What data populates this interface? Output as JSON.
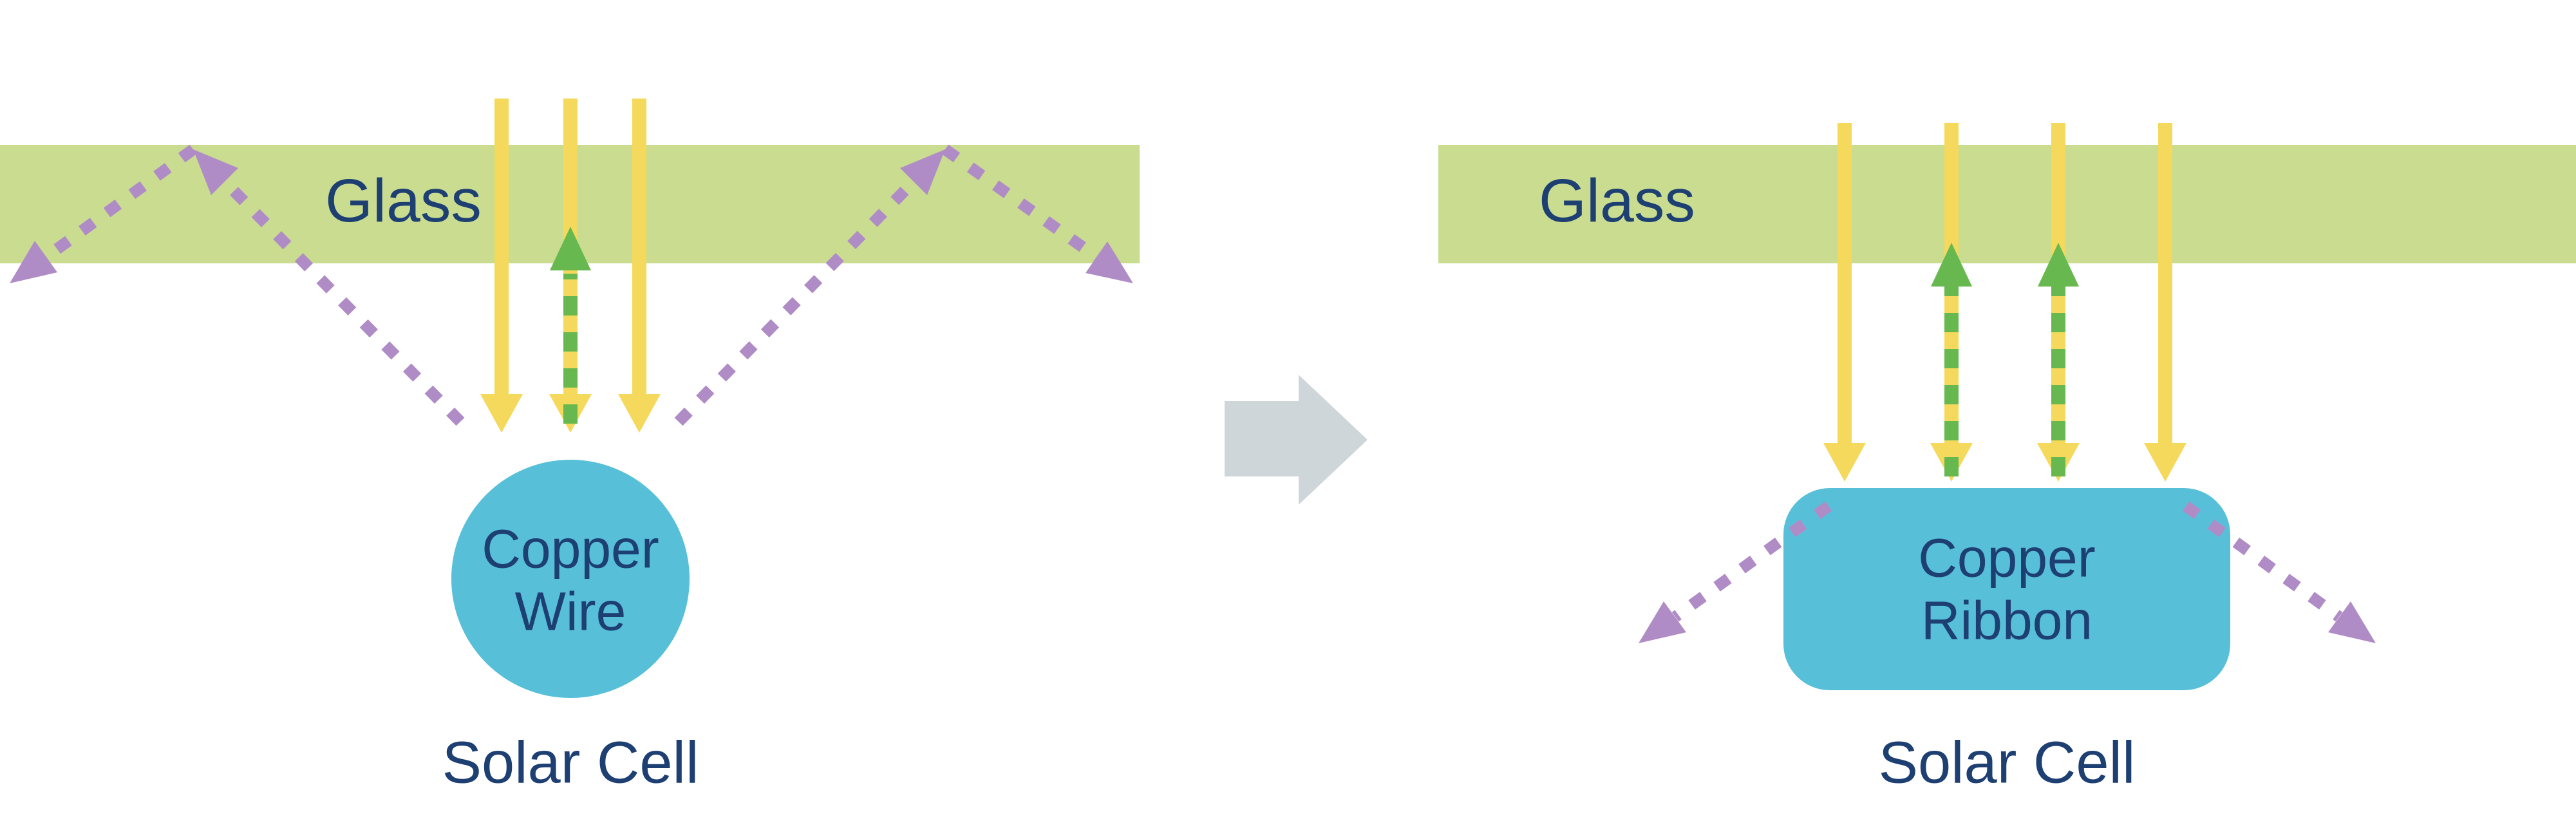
{
  "palette": {
    "glass_green": "#c9dc90",
    "sunlight_yellow": "#f5d95c",
    "reflected_green": "#67b94f",
    "escaped_purple": "#b08cc6",
    "copper_blue": "#57c0d8",
    "text_navy": "#1d3f72",
    "transform_gray": "#cfd6d9"
  },
  "icons": {
    "transform_arrow": "block-arrow-right",
    "sunlight_arrow": "solid-down-arrow",
    "reflected_light_arrow": "dashed-up-arrow",
    "escaped_light_arrow": "dashed-diagonal-arrow"
  },
  "left_diagram": {
    "glass_label": "Glass",
    "component_line1": "Copper",
    "component_line2": "Wire",
    "caption": "Solar Cell"
  },
  "right_diagram": {
    "glass_label": "Glass",
    "component_line1": "Copper",
    "component_line2": "Ribbon",
    "caption": "Solar Cell"
  }
}
